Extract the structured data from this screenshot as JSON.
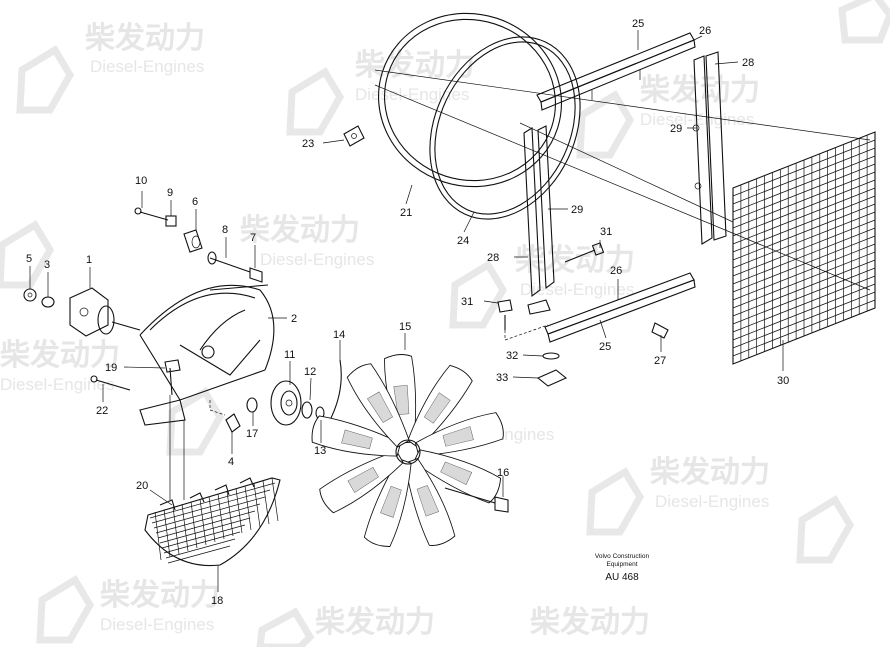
{
  "watermark": {
    "cn": "柴发动力",
    "en": "Diesel-Engines"
  },
  "parts": [
    {
      "id": "p1",
      "label": "1"
    },
    {
      "id": "p2",
      "label": "2"
    },
    {
      "id": "p3",
      "label": "3"
    },
    {
      "id": "p4",
      "label": "4"
    },
    {
      "id": "p5",
      "label": "5"
    },
    {
      "id": "p6",
      "label": "6"
    },
    {
      "id": "p7",
      "label": "7"
    },
    {
      "id": "p8",
      "label": "8"
    },
    {
      "id": "p9",
      "label": "9"
    },
    {
      "id": "p10",
      "label": "10"
    },
    {
      "id": "p11",
      "label": "11"
    },
    {
      "id": "p12",
      "label": "12"
    },
    {
      "id": "p13",
      "label": "13"
    },
    {
      "id": "p14",
      "label": "14"
    },
    {
      "id": "p15",
      "label": "15"
    },
    {
      "id": "p16",
      "label": "16"
    },
    {
      "id": "p17",
      "label": "17"
    },
    {
      "id": "p18",
      "label": "18"
    },
    {
      "id": "p19",
      "label": "19"
    },
    {
      "id": "p20",
      "label": "20"
    },
    {
      "id": "p21",
      "label": "21"
    },
    {
      "id": "p22",
      "label": "22"
    },
    {
      "id": "p23",
      "label": "23"
    },
    {
      "id": "p24",
      "label": "24"
    },
    {
      "id": "p25a",
      "label": "25"
    },
    {
      "id": "p25b",
      "label": "25"
    },
    {
      "id": "p26a",
      "label": "26"
    },
    {
      "id": "p26b",
      "label": "26"
    },
    {
      "id": "p27",
      "label": "27"
    },
    {
      "id": "p28a",
      "label": "28"
    },
    {
      "id": "p28b",
      "label": "28"
    },
    {
      "id": "p29a",
      "label": "29"
    },
    {
      "id": "p29b",
      "label": "29"
    },
    {
      "id": "p30",
      "label": "30"
    },
    {
      "id": "p31a",
      "label": "31"
    },
    {
      "id": "p31b",
      "label": "31"
    },
    {
      "id": "p32",
      "label": "32"
    },
    {
      "id": "p33",
      "label": "33"
    }
  ],
  "caption": {
    "line1": "Volvo Construction",
    "line2": "Equipment",
    "code": "AU 468"
  }
}
